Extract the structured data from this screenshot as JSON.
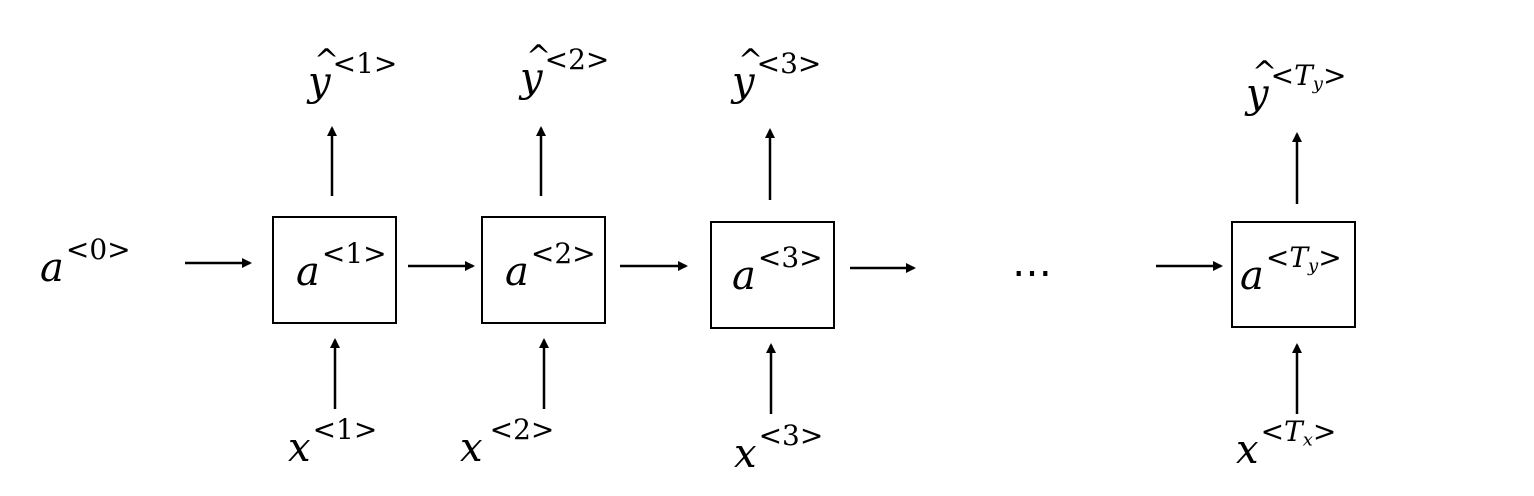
{
  "initial_activation": {
    "base": "a",
    "sup": "<0>"
  },
  "cells": [
    {
      "activation": {
        "base": "a",
        "sup": "<1>"
      },
      "output": {
        "base": "y",
        "sup": "<1>"
      },
      "input": {
        "base": "x",
        "sup": "<1>"
      }
    },
    {
      "activation": {
        "base": "a",
        "sup": "<2>"
      },
      "output": {
        "base": "y",
        "sup": "<2>"
      },
      "input": {
        "base": "x",
        "sup": "<2>"
      }
    },
    {
      "activation": {
        "base": "a",
        "sup": "<3>"
      },
      "output": {
        "base": "y",
        "sup": "<3>"
      },
      "input": {
        "base": "x",
        "sup": "<3>"
      }
    }
  ],
  "ellipsis": "…",
  "final_cell": {
    "activation": {
      "base": "a",
      "sup_open": "<",
      "sup_T": "T",
      "sup_sub": "y",
      "sup_close": ">"
    },
    "output": {
      "base": "y",
      "sup_open": "<",
      "sup_T": "T",
      "sup_sub": "y",
      "sup_close": ">"
    },
    "input": {
      "base": "x",
      "sup_open": "<",
      "sup_T": "T",
      "sup_sub": "x",
      "sup_close": ">"
    }
  },
  "colors": {
    "stroke": "#000000",
    "background": "#ffffff"
  }
}
